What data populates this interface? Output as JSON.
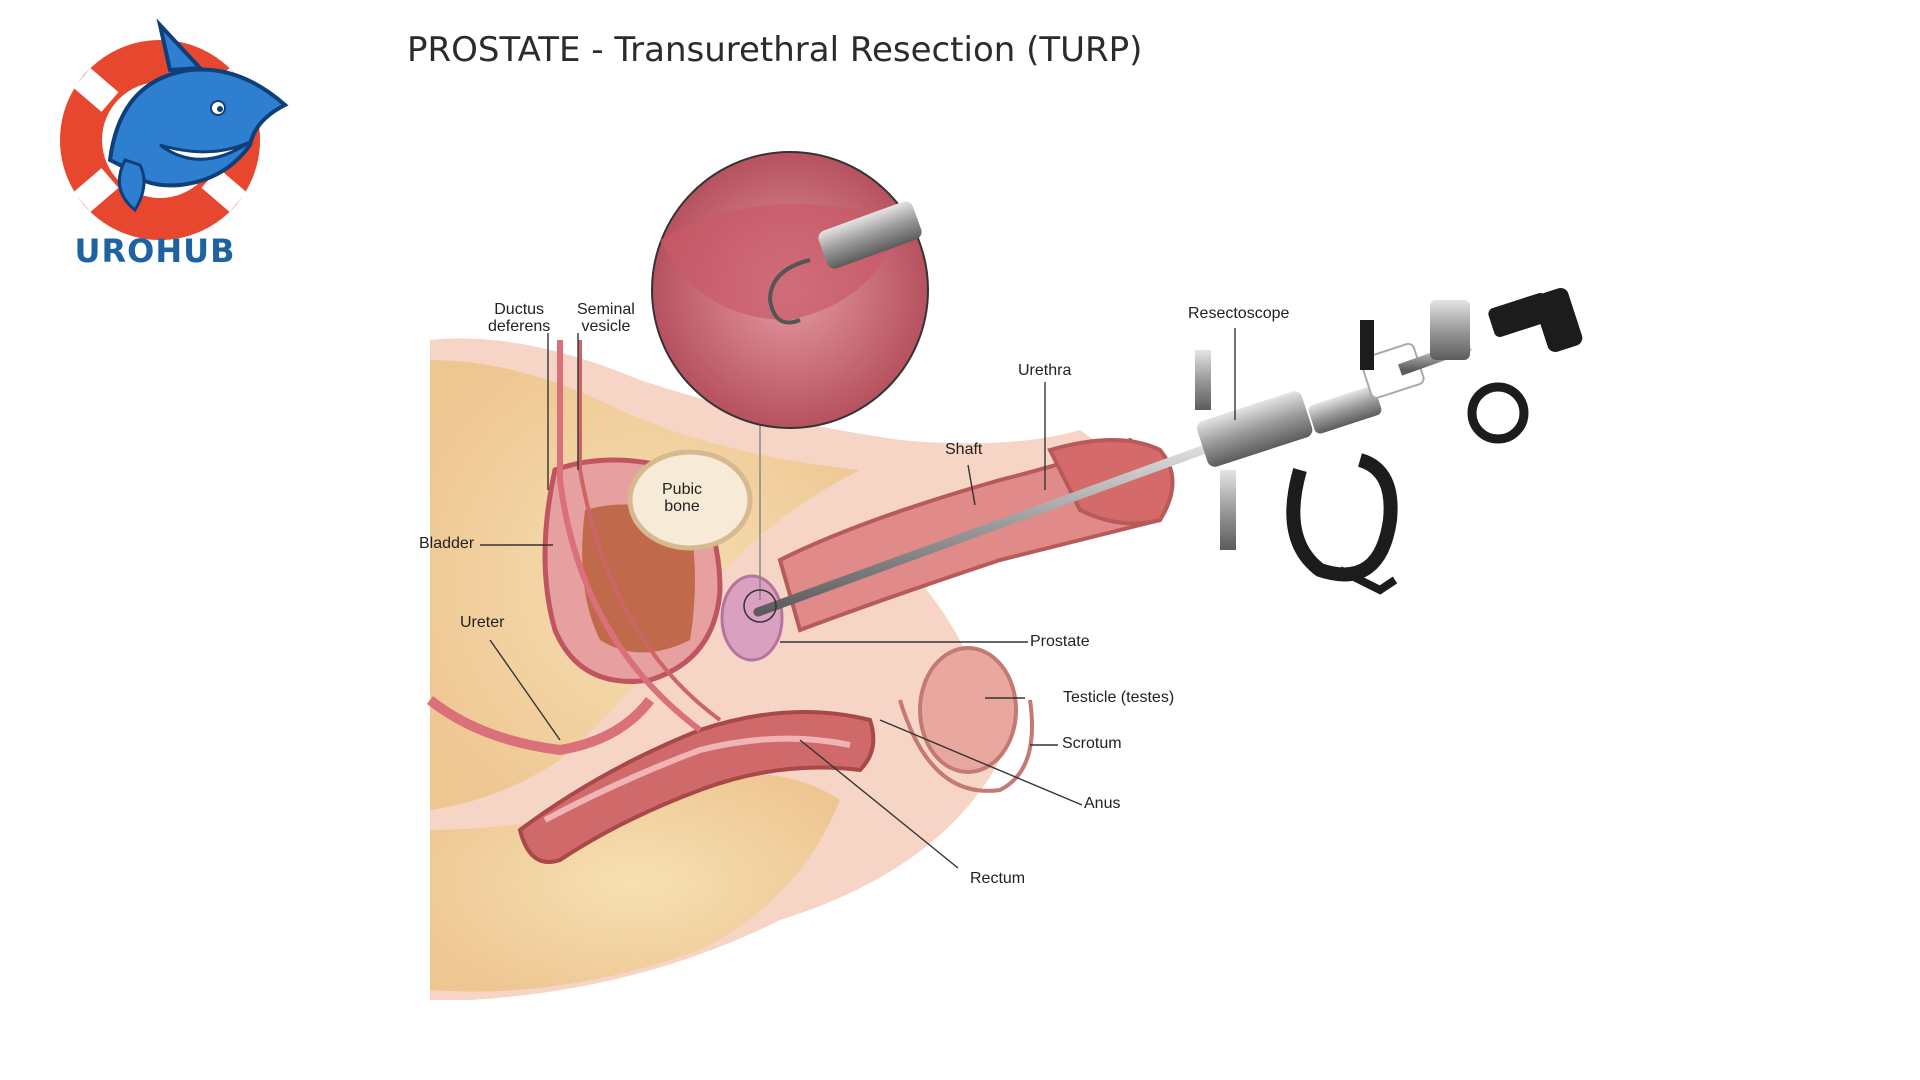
{
  "brand": {
    "name": "UROHUB",
    "primary": "#1d63a3",
    "ring": "#e8472f"
  },
  "title": "PROSTATE - Transurethral Resection (TURP)",
  "labels": {
    "ductus_deferens": "Ductus\ndeferens",
    "seminal_vesicle": "Seminal\nvesicle",
    "bladder": "Bladder",
    "ureter": "Ureter",
    "pubic_bone": "Pubic\nbone",
    "shaft": "Shaft",
    "urethra": "Urethra",
    "resectoscope": "Resectoscope",
    "prostate": "Prostate",
    "testicle": "Testicle (testes)",
    "scrotum": "Scrotum",
    "anus": "Anus",
    "rectum": "Rectum"
  },
  "icons": [
    "shark-mascot-icon",
    "life-ring-icon",
    "resectoscope-icon",
    "magnifier-inset-icon"
  ],
  "colors": {
    "tissue": "#f3c7b5",
    "organ": "#c9535a",
    "fat": "#f3d79e",
    "instrument": "#8c8c8c"
  }
}
